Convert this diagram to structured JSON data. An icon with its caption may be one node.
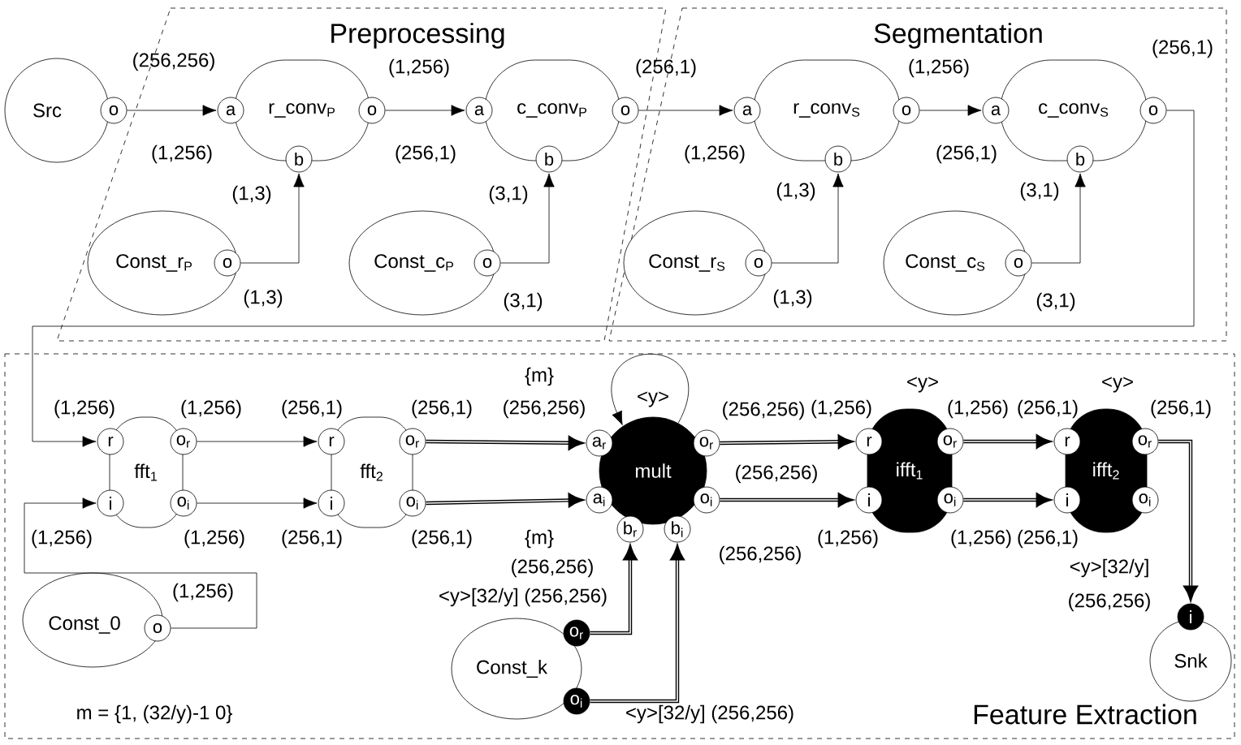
{
  "diagram": {
    "nodes": [
      {
        "text": [
          "Preprocessing"
        ]
      },
      {
        "text": [
          "Segmentation"
        ]
      },
      {
        "text": [
          "Feature Extraction"
        ]
      },
      {
        "text": [
          "Src"
        ]
      },
      {
        "text": [
          "o"
        ],
        "beside": [
          "(256,256)"
        ]
      },
      {
        "text": [
          "r_conv$_{P}$"
        ],
        "in": 0
      },
      {
        "text": [
          "a"
        ],
        "in": 0,
        "beside": [
          "(1,256)"
        ]
      },
      {
        "text": [
          "o"
        ],
        "in": 0,
        "beside": [
          "(1,256)"
        ]
      },
      {
        "text": [
          "b"
        ],
        "in": 0
      },
      {
        "text": [
          "c_conv$_{P}$"
        ],
        "in": 0
      },
      {
        "text": [
          "a"
        ],
        "in": 0,
        "beside": [
          "(256,1)"
        ]
      },
      {
        "text": [
          "o"
        ],
        "in": 0,
        "beside": [
          "(256,1)"
        ]
      },
      {
        "text": [
          "b"
        ],
        "in": 0,
        "beside": [
          "(3,1)"
        ]
      },
      {
        "text": [
          "Const_r$_{P}$"
        ],
        "in": 0
      },
      {
        "text": [
          "o"
        ],
        "in": 0,
        "beside": [
          "(1,3)"
        ]
      },
      {
        "text": [
          "Const_c$_{P}$"
        ],
        "in": 0
      },
      {
        "text": [
          "o"
        ],
        "in": 0,
        "beside": [
          "(3,1)"
        ]
      },
      {
        "text": [
          "r_conv$_{S}$"
        ],
        "in": 1
      },
      {
        "text": [
          "a"
        ],
        "in": 1
      },
      {
        "text": [
          "o"
        ],
        "in": 1,
        "beside": [
          "(1,256)"
        ]
      },
      {
        "text": [
          "b"
        ],
        "in": 1,
        "beside": [
          "(1,3)"
        ]
      },
      {
        "text": [
          "c_conv$_{S}$"
        ],
        "in": 1
      },
      {
        "text": [
          "a"
        ],
        "in": 1
      },
      {
        "text": [
          "o"
        ],
        "in": 1
      },
      {
        "text": [
          "b"
        ],
        "in": 1,
        "beside": [
          "(3,1)"
        ]
      },
      {
        "text": [
          "Const_r$_{S}$"
        ],
        "in": 1
      },
      {
        "text": [
          "o"
        ],
        "in": 1,
        "beside": [
          "(1,3)"
        ]
      },
      {
        "text": [
          "Const_c$_{S}$"
        ],
        "in": 1
      },
      {
        "text": [
          "o"
        ],
        "in": 1,
        "beside": [
          "(3,1)"
        ]
      },
      {
        "text": [
          "fft$_{1}$"
        ],
        "in": 2
      },
      {
        "text": [
          "r"
        ],
        "in": 2,
        "beside": [
          "(1,256)"
        ]
      },
      {
        "text": [
          "i"
        ],
        "in": 2,
        "beside": [
          "(1,256)"
        ]
      },
      {
        "text": [
          "o$_{r}$"
        ],
        "in": 2,
        "beside": [
          "(1,256)"
        ]
      },
      {
        "text": [
          "o$_{i}$"
        ],
        "in": 2,
        "beside": [
          "(1,256)"
        ]
      },
      {
        "text": [
          "fft$_{2}$"
        ],
        "in": 2
      },
      {
        "text": [
          "r"
        ],
        "in": 2,
        "beside": [
          "(256,1)"
        ]
      },
      {
        "text": [
          "i"
        ],
        "in": 2,
        "beside": [
          "(256,1)"
        ]
      },
      {
        "text": [
          "o$_{r}$"
        ],
        "in": 2,
        "beside": [
          "(256,1)"
        ]
      },
      {
        "text": [
          "o$_{i}$"
        ],
        "in": 2,
        "beside": [
          "(256,1)"
        ]
      },
      {
        "text": [
          "Const_0"
        ],
        "in": 2
      },
      {
        "text": [
          "o"
        ],
        "in": 2,
        "beside": [
          "(1,256)"
        ]
      },
      {
        "text": [
          "mult"
        ],
        "in": 2
      },
      {
        "text": [
          "a$_{r}$"
        ],
        "in": 2,
        "beside": [
          "{m}",
          "(256,256)"
        ]
      },
      {
        "text": [
          "a$_{i}$"
        ],
        "in": 2,
        "beside": [
          "{m}",
          "(256,256)"
        ]
      },
      {
        "text": [
          "o$_{r}$"
        ],
        "in": 2,
        "beside": [
          "(256,256)"
        ]
      },
      {
        "text": [
          "o$_{i}$"
        ],
        "in": 2,
        "beside": [
          "(256,256)"
        ]
      },
      {
        "text": [
          "b$_{r}$"
        ],
        "in": 2
      },
      {
        "text": [
          "b$_{i}$"
        ],
        "in": 2,
        "beside": [
          "(256,256)"
        ]
      },
      {
        "text": [
          "Const_k"
        ],
        "in": 2
      },
      {
        "text": [
          "o$_{r}$"
        ],
        "in": 2,
        "beside": [
          "<y>[32/y] (256,256)"
        ]
      },
      {
        "text": [
          "o$_{i}$"
        ],
        "in": 2,
        "beside": [
          "<y>[32/y] (256,256)"
        ]
      },
      {
        "text": [
          "ifft$_{1}$"
        ],
        "in": 2,
        "beside": [
          "<y>"
        ]
      },
      {
        "text": [
          "r"
        ],
        "in": 2,
        "beside": [
          "(1,256)"
        ]
      },
      {
        "text": [
          "i"
        ],
        "in": 2
      },
      {
        "text": [
          "o$_{r}$"
        ],
        "in": 2,
        "beside": [
          "(1,256)"
        ]
      },
      {
        "text": [
          "o$_{i}$"
        ],
        "in": 2
      },
      {
        "text": [
          "ifft$_{2}$"
        ],
        "in": 2,
        "beside": [
          "<y>"
        ]
      },
      {
        "text": [
          "r"
        ],
        "in": 2,
        "beside": [
          "(256,1)"
        ]
      },
      {
        "text": [
          "i"
        ],
        "in": 2
      },
      {
        "text": [
          "o$_{r}$"
        ],
        "in": 2,
        "beside": [
          "(256,1)"
        ]
      },
      {
        "text": [
          "o$_{i}$"
        ],
        "in": 2
      },
      {
        "text": [
          "Snk"
        ],
        "in": 2
      },
      {
        "text": [
          "i"
        ],
        "in": 2,
        "beside": [
          "<y>[32/y]",
          "(256,256)"
        ]
      }
    ],
    "edges": [
      {
        "from": 4,
        "to": 6,
        "arrow": "to"
      },
      {
        "from": 7,
        "to": 10,
        "arrow": "to"
      },
      {
        "from": 11,
        "to": 18,
        "arrow": "to"
      },
      {
        "from": 19,
        "to": 22,
        "arrow": "to"
      },
      {
        "from": 14,
        "to": 8,
        "arrow": "to"
      },
      {
        "from": 16,
        "to": 12,
        "arrow": "to"
      },
      {
        "from": 26,
        "to": 20,
        "arrow": "to"
      },
      {
        "from": 28,
        "to": 24,
        "arrow": "to"
      },
      {
        "from": 23,
        "to": 30,
        "arrow": "to"
      },
      {
        "from": 40,
        "to": 31,
        "arrow": "to"
      },
      {
        "from": 32,
        "to": 35,
        "arrow": "to"
      },
      {
        "from": 33,
        "to": 36,
        "arrow": "to"
      },
      {
        "from": 37,
        "to": 42,
        "arrow": "to",
        "style": "thick"
      },
      {
        "from": 38,
        "to": 43,
        "arrow": "to",
        "style": "thick"
      },
      {
        "from": 44,
        "to": 52,
        "arrow": "to",
        "style": "thick"
      },
      {
        "from": 45,
        "to": 53,
        "arrow": "to",
        "style": "thick"
      },
      {
        "from": 49,
        "to": 46,
        "arrow": "to",
        "style": "thick"
      },
      {
        "from": 50,
        "to": 47,
        "arrow": "to",
        "style": "thick"
      },
      {
        "from": 54,
        "to": 57,
        "arrow": "to",
        "style": "thick"
      },
      {
        "from": 55,
        "to": 58,
        "arrow": "to",
        "style": "thick"
      },
      {
        "from": 59,
        "to": 62,
        "arrow": "to",
        "style": "thick"
      },
      {
        "from": 41,
        "to": 41,
        "arrow": "to",
        "label": "<y>"
      }
    ],
    "labels": [
      "(256,1)",
      "(1,256)",
      "(256,1)",
      "(1,3)",
      "(1,256)",
      "(1,256)",
      "(256,1)",
      "m = {1, (32/y)-1 0}"
    ]
  }
}
